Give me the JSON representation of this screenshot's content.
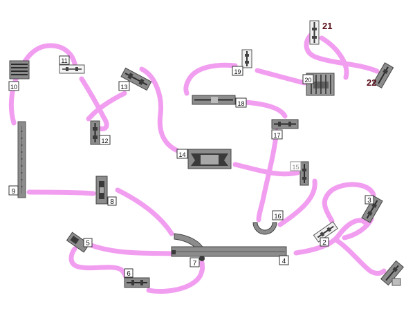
{
  "colors": {
    "connector": "#f29ef0",
    "piece_fill": "#8c8c8c",
    "piece_dark": "#3a3a3a",
    "piece_light": "#e6e6e6",
    "label_box": "#ffffff",
    "label_text": "#111111",
    "label_text_dark": "#5a0f1a"
  },
  "pieces": [
    {
      "id": "p1",
      "label": "2"
    },
    {
      "id": "p2",
      "label": "3"
    },
    {
      "id": "p3",
      "label": "4"
    },
    {
      "id": "p4",
      "label": "5"
    },
    {
      "id": "p5",
      "label": "6"
    },
    {
      "id": "p6",
      "label": "7"
    },
    {
      "id": "p7",
      "label": "8"
    },
    {
      "id": "p8",
      "label": "9"
    },
    {
      "id": "p9",
      "label": "10"
    },
    {
      "id": "p10",
      "label": "11"
    },
    {
      "id": "p11",
      "label": "12"
    },
    {
      "id": "p12",
      "label": "13"
    },
    {
      "id": "p13",
      "label": "14"
    },
    {
      "id": "p14",
      "label": "15"
    },
    {
      "id": "p15",
      "label": "16"
    },
    {
      "id": "p16",
      "label": "17"
    },
    {
      "id": "p17",
      "label": "18"
    },
    {
      "id": "p18",
      "label": "19"
    },
    {
      "id": "p19",
      "label": "20"
    },
    {
      "id": "p20",
      "label": "21"
    },
    {
      "id": "p21",
      "label": "22"
    }
  ]
}
